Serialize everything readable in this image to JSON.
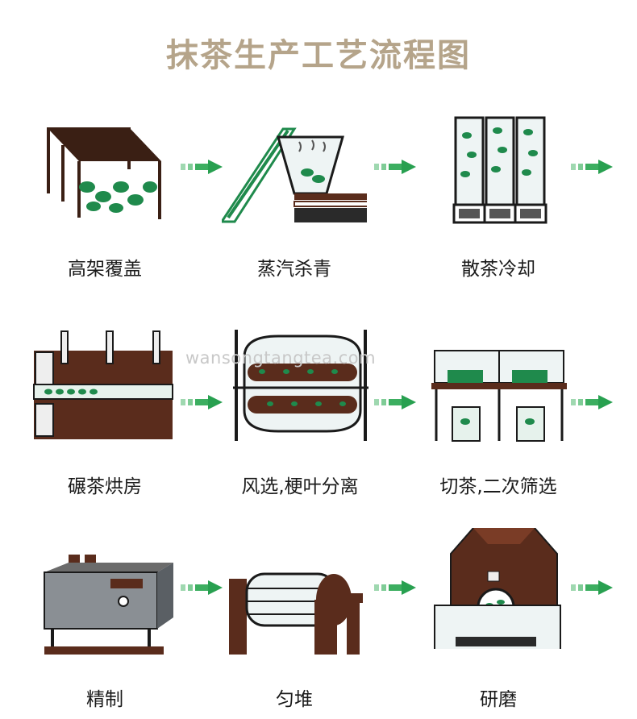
{
  "title": "抹茶生产工艺流程图",
  "watermark": "wansongtangtea.com",
  "steps": [
    {
      "label": "高架覆盖",
      "icon": "shade-cover-icon"
    },
    {
      "label": "蒸汽杀青",
      "icon": "steam-machine-icon"
    },
    {
      "label": "散茶冷却",
      "icon": "cooling-towers-icon"
    },
    {
      "label": "碾茶烘房",
      "icon": "drying-room-icon"
    },
    {
      "label": "风选,梗叶分离",
      "icon": "wind-sorter-icon"
    },
    {
      "label": "切茶,二次筛选",
      "icon": "cutter-sieve-icon"
    },
    {
      "label": "精制",
      "icon": "refiner-icon"
    },
    {
      "label": "匀堆",
      "icon": "blender-drum-icon"
    },
    {
      "label": "研磨",
      "icon": "stone-mill-icon"
    }
  ],
  "colors": {
    "title": "#b5a48a",
    "brown": "#5a2c1c",
    "green": "#1f8a4c",
    "arrow": "#28a050"
  }
}
